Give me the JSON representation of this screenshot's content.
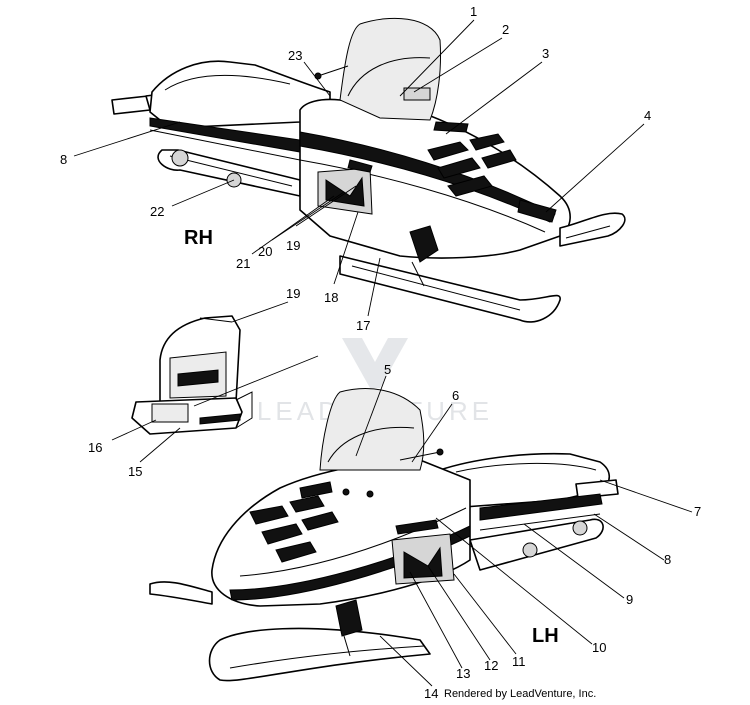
{
  "watermark": {
    "text": "LEADVENTURE"
  },
  "side_labels": {
    "rh": "RH",
    "lh": "LH"
  },
  "callouts": [
    "1",
    "2",
    "3",
    "4",
    "5",
    "6",
    "7",
    "8",
    "9",
    "10",
    "11",
    "12",
    "13",
    "14",
    "15",
    "16",
    "17",
    "18",
    "19",
    "20",
    "21",
    "22",
    "23"
  ],
  "second_callout_8": "8",
  "second_callout_19": "19",
  "credit": "Rendered by LeadVenture, Inc."
}
